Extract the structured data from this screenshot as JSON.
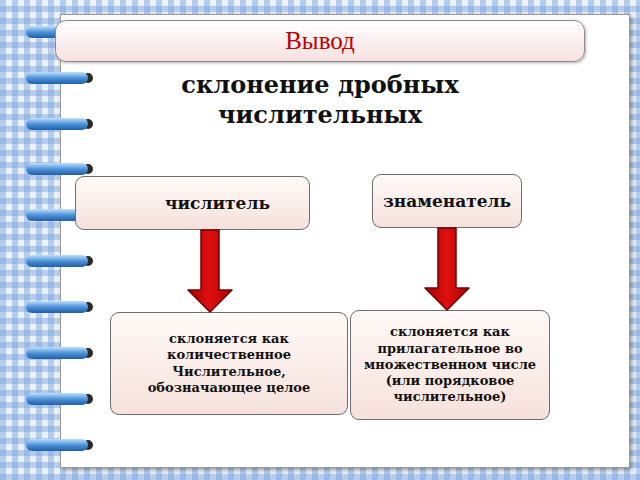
{
  "diagram": {
    "title": "склонение дробных числительных",
    "nodes": [
      {
        "text": [
          "Вывод"
        ]
      },
      {
        "text": [
          "числитель"
        ]
      },
      {
        "text": [
          "знаменатель"
        ]
      },
      {
        "text": [
          "склоняется как количественное Числительное, обозначающее целое"
        ]
      },
      {
        "text": [
          "склоняется как прилагательное во множественном числе (или порядковое числительное)"
        ]
      }
    ],
    "edges": [
      {
        "from": 1,
        "to": 3,
        "arrow": "to"
      },
      {
        "from": 2,
        "to": 4,
        "arrow": "to"
      }
    ]
  }
}
